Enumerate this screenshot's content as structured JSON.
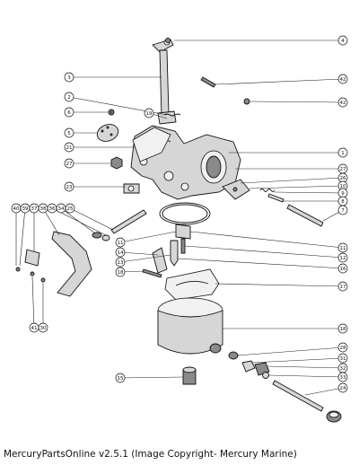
{
  "caption": "MercuryPartsOnline v2.5.1 (Image Copyright- Mercury Marine)",
  "callouts": [
    {
      "id": "c-4",
      "label": "4"
    },
    {
      "id": "c-3",
      "label": "3"
    },
    {
      "id": "c-42a",
      "label": "42"
    },
    {
      "id": "c-2",
      "label": "2"
    },
    {
      "id": "c-42b",
      "label": "42"
    },
    {
      "id": "c-6",
      "label": "6"
    },
    {
      "id": "c-19",
      "label": "19"
    },
    {
      "id": "c-5",
      "label": "5"
    },
    {
      "id": "c-21",
      "label": "21"
    },
    {
      "id": "c-1",
      "label": "1"
    },
    {
      "id": "c-27l",
      "label": "27"
    },
    {
      "id": "c-27r",
      "label": "27"
    },
    {
      "id": "c-26",
      "label": "26"
    },
    {
      "id": "c-23",
      "label": "23"
    },
    {
      "id": "c-10",
      "label": "10"
    },
    {
      "id": "c-9",
      "label": "9"
    },
    {
      "id": "c-8",
      "label": "8"
    },
    {
      "id": "c-7",
      "label": "7"
    },
    {
      "id": "c-40",
      "label": "40"
    },
    {
      "id": "c-39",
      "label": "39"
    },
    {
      "id": "c-37",
      "label": "37"
    },
    {
      "id": "c-38",
      "label": "38"
    },
    {
      "id": "c-36",
      "label": "36"
    },
    {
      "id": "c-34",
      "label": "34"
    },
    {
      "id": "c-25",
      "label": "25"
    },
    {
      "id": "c-11",
      "label": "11"
    },
    {
      "id": "c-14",
      "label": "14"
    },
    {
      "id": "c-13",
      "label": "13"
    },
    {
      "id": "c-18l",
      "label": "18"
    },
    {
      "id": "c-11r",
      "label": "11"
    },
    {
      "id": "c-12",
      "label": "12"
    },
    {
      "id": "c-16",
      "label": "16"
    },
    {
      "id": "c-17",
      "label": "17"
    },
    {
      "id": "c-41",
      "label": "41"
    },
    {
      "id": "c-30",
      "label": "30"
    },
    {
      "id": "c-18r",
      "label": "18"
    },
    {
      "id": "c-28",
      "label": "28"
    },
    {
      "id": "c-31",
      "label": "31"
    },
    {
      "id": "c-32",
      "label": "32"
    },
    {
      "id": "c-33",
      "label": "33"
    },
    {
      "id": "c-15",
      "label": "15"
    },
    {
      "id": "c-24",
      "label": "24"
    }
  ]
}
